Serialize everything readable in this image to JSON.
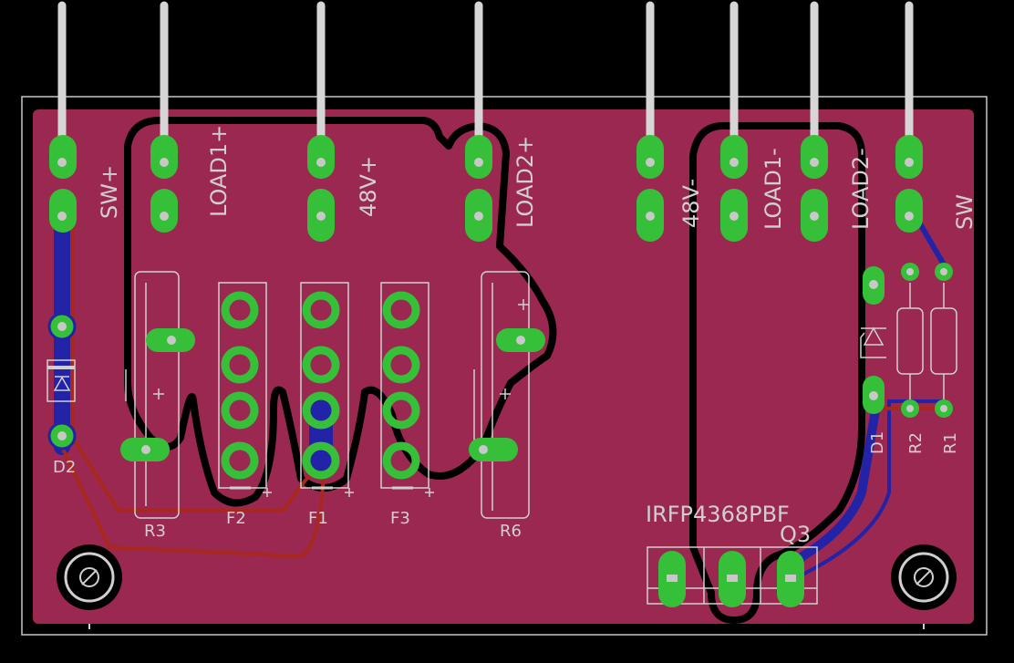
{
  "board": {
    "colors": {
      "background": "#000000",
      "board": "#9b2850",
      "copper_bottom": "#2323a8",
      "copper_top_trace": "#a8281e",
      "pad": "#36c03a",
      "silkscreen": "#cfcfcf",
      "outline": "#c8c8c8"
    }
  },
  "headers": {
    "sw_plus": "SW+",
    "load1_plus": "LOAD1+",
    "v48_plus": "48V+",
    "load2_plus": "LOAD2+",
    "v48_minus": "48V-",
    "load1_minus": "LOAD1-",
    "load2_minus": "LOAD2-",
    "sw": "SW"
  },
  "components": {
    "d2": "D2",
    "r3": "R3",
    "f2": "F2",
    "f1": "F1",
    "f3": "F3",
    "r6": "R6",
    "d1": "D1",
    "r2": "R2",
    "r1": "R1",
    "q3": "Q3",
    "q3_value": "IRFP4368PBF"
  }
}
